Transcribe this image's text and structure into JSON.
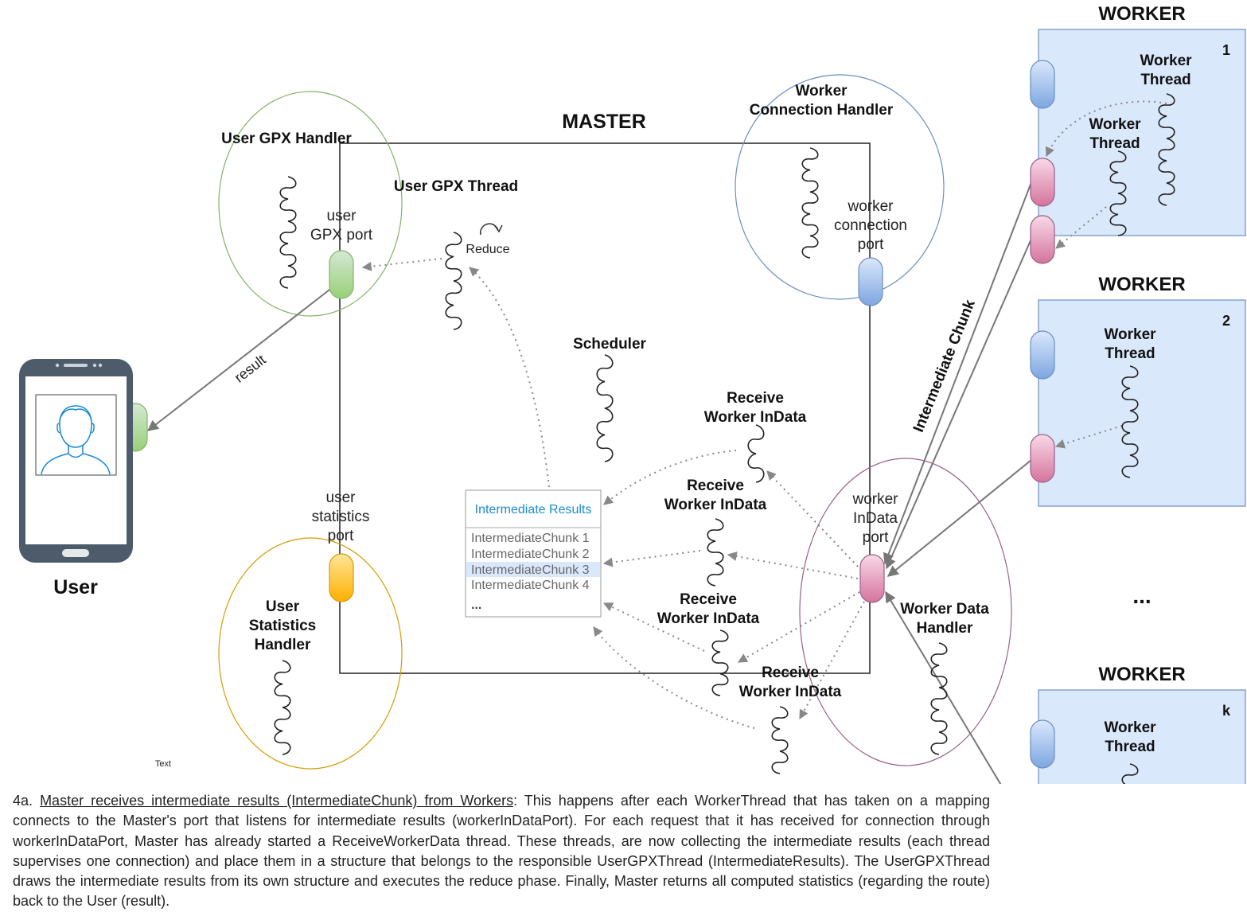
{
  "diagram": {
    "master": {
      "title": "MASTER"
    },
    "user": {
      "label": "User"
    },
    "user_gpx_handler": {
      "title": "User GPX Handler",
      "port_label": "user GPX port"
    },
    "user_gpx_thread": {
      "title": "User GPX Thread",
      "reduce_label": "Reduce"
    },
    "worker_connection_handler": {
      "title": "Worker Connection Handler",
      "port_label": "worker connection port"
    },
    "scheduler": {
      "title": "Scheduler"
    },
    "user_statistics_handler": {
      "title": "User Statistics Handler",
      "port_label": "user statistics port"
    },
    "worker_data_handler": {
      "title": "Worker Data Handler",
      "port_label": "worker InData port"
    },
    "receive_threads": [
      {
        "label": "Receive Worker InData"
      },
      {
        "label": "Receive Worker InData"
      },
      {
        "label": "Receive Worker InData"
      },
      {
        "label": "Receive Worker InData"
      }
    ],
    "intermediate_results": {
      "title": "Intermediate Results",
      "items": [
        "IntermediateChunk 1",
        "IntermediateChunk 2",
        "IntermediateChunk 3",
        "IntermediateChunk 4",
        "..."
      ]
    },
    "edge_labels": {
      "result": "result",
      "intermediate_chunk": "Intermediate Chunk"
    },
    "workers": [
      {
        "title": "WORKER",
        "number": "1",
        "threads": [
          "Worker Thread",
          "Worker Thread"
        ]
      },
      {
        "title": "WORKER",
        "number": "2",
        "threads": [
          "Worker Thread"
        ]
      },
      {
        "title": "WORKER",
        "number": "k",
        "threads": [
          "Worker Thread"
        ]
      }
    ],
    "workers_ellipsis": "...",
    "stray_text": "Text"
  },
  "caption": {
    "prefix": "4a. ",
    "underlined": "Master receives intermediate results (IntermediateChunk) from Workers",
    "body": ": This happens after each WorkerThread that has taken on a mapping connects to the Master's port that listens for intermediate results (workerInDataPort). For each request that it has received for connection through workerInDataPort, Master has already started a ReceiveWorkerData thread. These threads, are now collecting the intermediate results (each thread supervises one connection) and place them in a structure that belongs to the responsible UserGPXThread (IntermediateResults). The UserGPXThread draws the intermediate results from its own structure and executes the reduce phase. Finally, Master returns all computed statistics (regarding the route) back to the User (result)."
  },
  "colors": {
    "green_port": "#97d077",
    "blue_port": "#a9c4eb",
    "pink_port": "#e6a0c4",
    "orange_port": "#ffc000",
    "worker_box": "#dae8fc",
    "link_blue": "#1a8ad6"
  }
}
